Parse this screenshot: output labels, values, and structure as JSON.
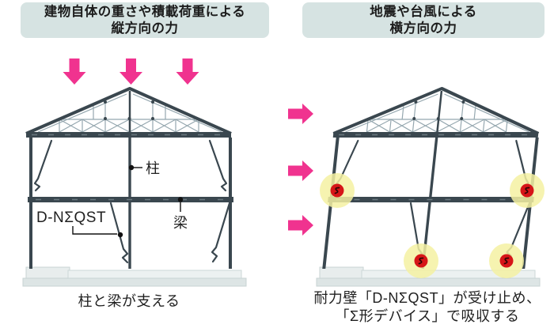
{
  "headers": {
    "left": {
      "line1": "建物自体の重さや積載荷重による",
      "line2": "縦方向の力"
    },
    "right": {
      "line1": "地震や台風による",
      "line2": "横方向の力"
    }
  },
  "annotations": {
    "pillar_label": "柱",
    "beam_label": "梁",
    "device_label": "D-NΣQST"
  },
  "captions": {
    "left": "柱と梁が支える",
    "right_line1": "耐力壁「D-NΣQST」が受け止め、",
    "right_line2": "「Σ形デバイス」で吸収する"
  },
  "figures": {
    "left_house": {
      "vertical_load_arrows": 3
    },
    "right_house": {
      "lateral_load_arrows": 3,
      "sigma_devices": 4
    }
  },
  "colors": {
    "header_bg": "#d6e3e2",
    "arrow_pink": "#f0338f",
    "frame_dark": "#3a474f",
    "truss_light": "#95a7af",
    "device_glow_yellow": "#f5f1a2",
    "device_red": "#d61518",
    "foundation_gray": "#e8eded",
    "text_dark": "#1f1f1f"
  }
}
